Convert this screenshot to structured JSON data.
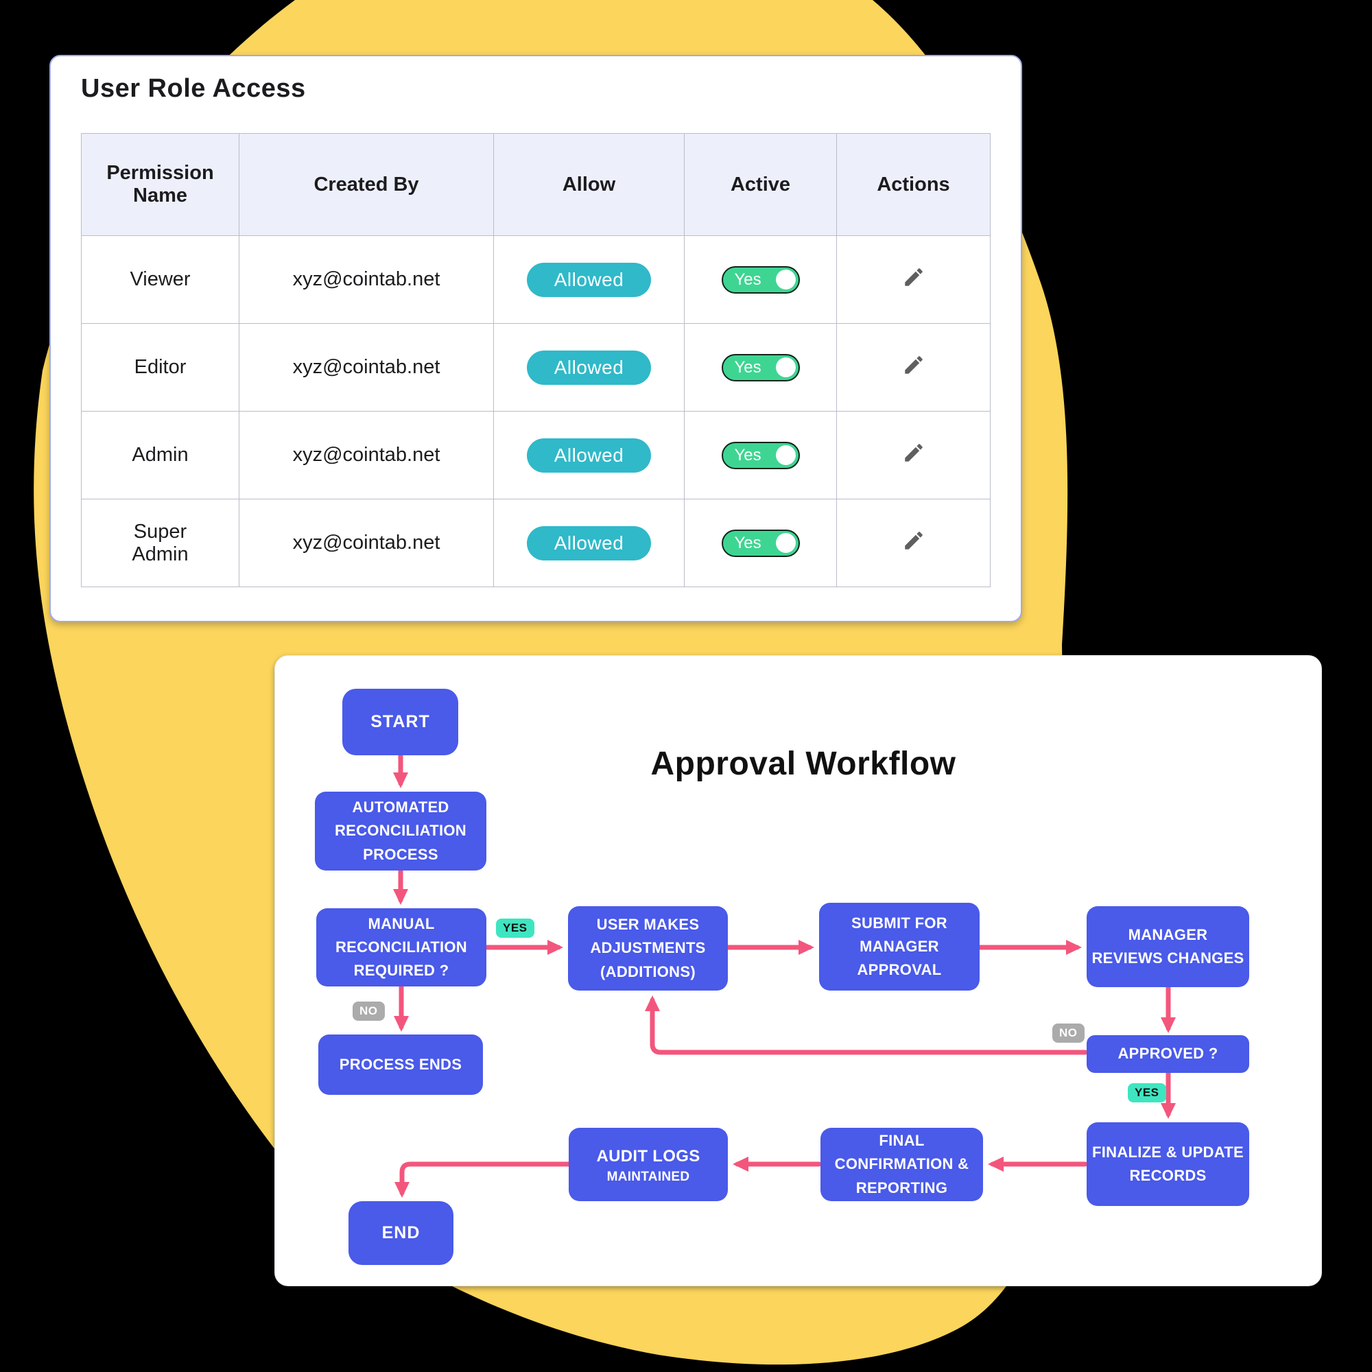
{
  "theme": {
    "background": "#000000",
    "blob_yellow": "#FBD55C",
    "card_white": "#ffffff",
    "card_border": "#9EA9F0",
    "node_blue": "#4A5AE9",
    "arrow_pink": "#F3567C",
    "badge_teal": "#3FE5C0",
    "badge_gray": "#ABABAB",
    "pill_teal": "#2FB9C9",
    "toggle_green": "#3ED592",
    "header_bg": "#EDEFFB",
    "grid_line": "#B9BDC9",
    "text_dark": "#1C1C1E",
    "pencil_gray": "#5F5F5F"
  },
  "table_card": {
    "title": "User Role Access",
    "columns": [
      "Permission Name",
      "Created By",
      "Allow",
      "Active",
      "Actions"
    ],
    "actions_icon": "pencil-edit-icon",
    "rows": [
      {
        "role": "Viewer",
        "created_by": "xyz@cointab.net",
        "allow": "Allowed",
        "active": "Yes"
      },
      {
        "role": "Editor",
        "created_by": "xyz@cointab.net",
        "allow": "Allowed",
        "active": "Yes"
      },
      {
        "role": "Admin",
        "created_by": "xyz@cointab.net",
        "allow": "Allowed",
        "active": "Yes"
      },
      {
        "role": "Super Admin",
        "created_by": "xyz@cointab.net",
        "allow": "Allowed",
        "active": "Yes"
      }
    ]
  },
  "flow_card": {
    "title": "Approval Workflow",
    "nodes": {
      "start": {
        "label": "START"
      },
      "automated": {
        "label": "AUTOMATED RECONCILIATION PROCESS"
      },
      "manual": {
        "label": "MANUAL RECONCILIATION REQUIRED ?"
      },
      "process_ends": {
        "label": "PROCESS ENDS"
      },
      "end": {
        "label": "END"
      },
      "user_makes": {
        "label": "USER MAKES ADJUSTMENTS (ADDITIONS)"
      },
      "submit": {
        "label": "SUBMIT FOR MANAGER APPROVAL"
      },
      "reviews": {
        "label": "MANAGER REVIEWS CHANGES"
      },
      "approved": {
        "label": "APPROVED ?"
      },
      "finalize": {
        "label": "FINALIZE & UPDATE RECORDS"
      },
      "final_conf": {
        "label": "FINAL CONFIRMATION & REPORTING"
      },
      "audit": {
        "line1": "AUDIT LOGS",
        "line2": "MAINTAINED"
      }
    },
    "badges": {
      "yes_manual": "YES",
      "no_manual": "NO",
      "no_approved": "NO",
      "yes_approved": "YES"
    }
  }
}
